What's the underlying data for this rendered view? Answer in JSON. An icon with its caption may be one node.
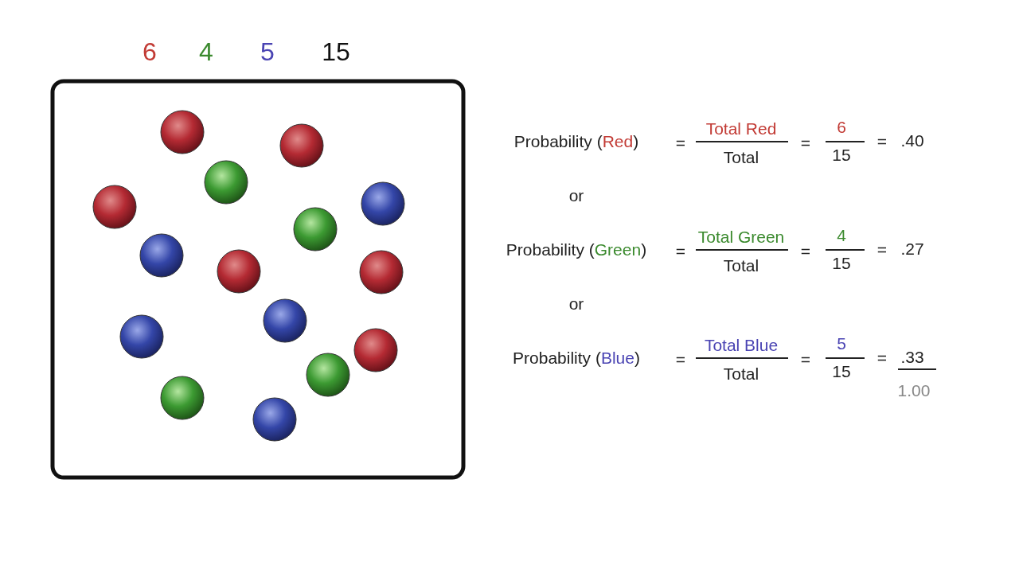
{
  "diagram": {
    "labels": [
      "6",
      "4",
      "5",
      "15",
      "Probability (Red)",
      "=",
      "Total Red",
      "Total",
      "=",
      "6",
      "15",
      "=",
      ".40",
      "or",
      "Probability (Green)",
      "=",
      "Total Green",
      "Total",
      "=",
      "4",
      "15",
      "=",
      ".27",
      "or",
      "Probability (Blue)",
      "=",
      "Total Blue",
      "Total",
      "=",
      "5",
      "15",
      "=",
      ".33",
      "1.00"
    ]
  }
}
